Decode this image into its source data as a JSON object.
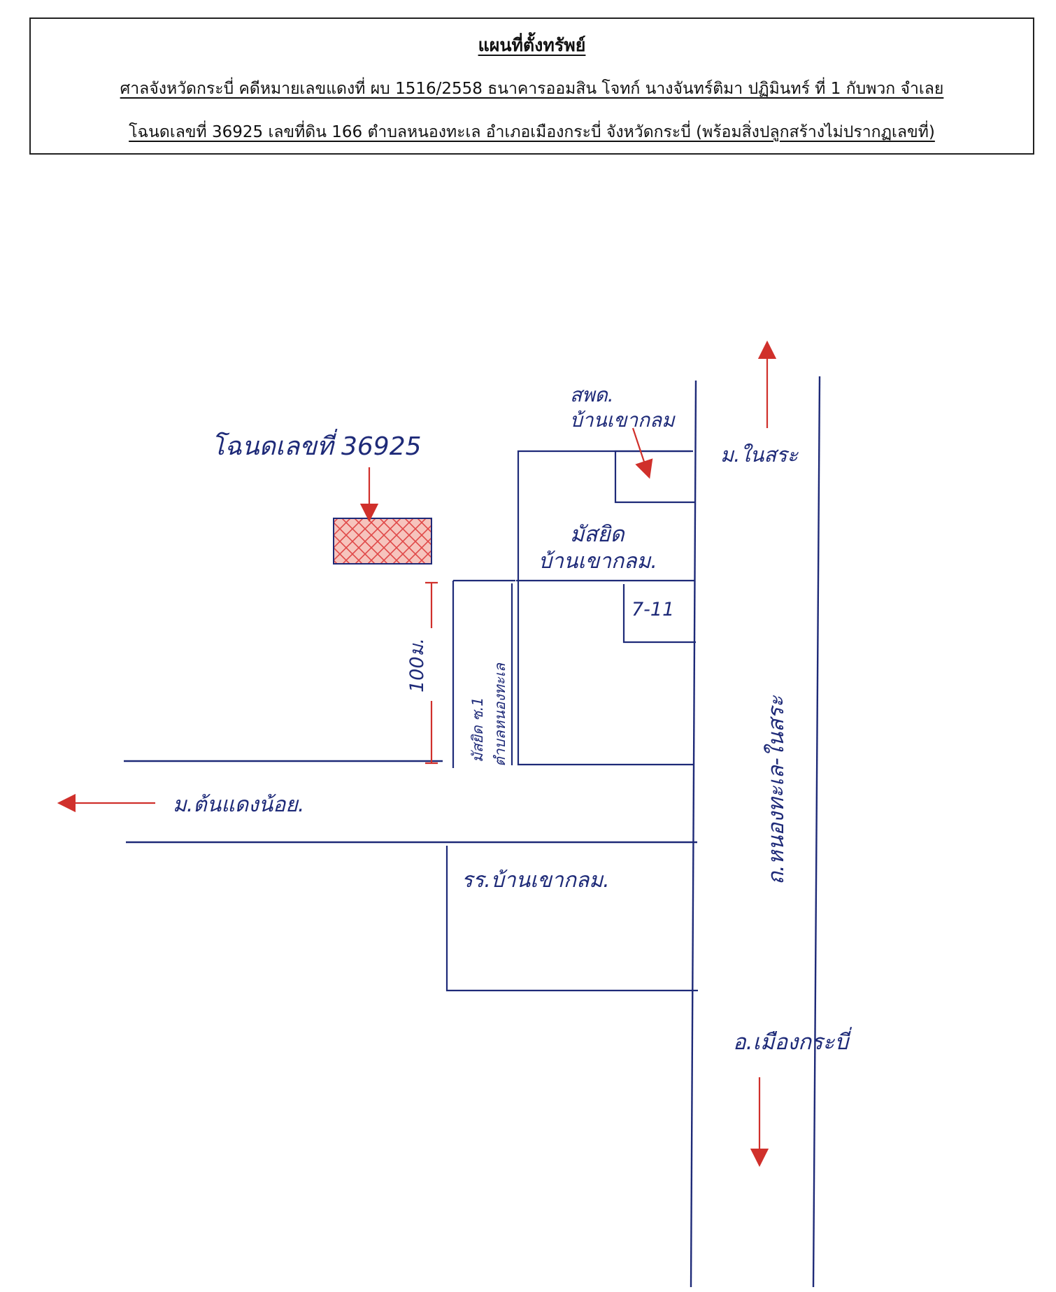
{
  "header": {
    "title": "แผนที่ตั้งทรัพย์",
    "line1": "ศาลจังหวัดกระบี่ คดีหมายเลขแดงที่ ผบ 1516/2558 ธนาคารออมสิน โจทก์ นางจันทร์ติมา ปฏิมินทร์ ที่ 1 กับพวก จำเลย",
    "line2": "โฉนดเลขที่ 36925 เลขที่ดิน 166 ตำบลหนองทะเล อำเภอเมืองกระบี่ จังหวัดกระบี่ (พร้อมสิ่งปลูกสร้างไม่ปรากฏเลขที่)"
  },
  "map": {
    "deed_label": "โฉนดเลขที่ 36925",
    "health_center_label_1": "สพด.",
    "health_center_label_2": "บ้านเขากลม",
    "village_north_label": "ม.ในสระ",
    "mosque_label_1": "มัสยิด",
    "mosque_label_2": "บ้านเขากลม.",
    "seven_eleven_label": "7-11",
    "distance_label": "100ม.",
    "mosque_road_label_1": "มัสยิด ซ.1",
    "mosque_road_label_2": "ตำบลหนองทะเล",
    "village_west_label": "ม.ต้นแดงน้อย.",
    "school_label": "รร.บ้านเขากลม.",
    "main_road_label": "ถ.หนองทะเล-ในสระ",
    "district_south_label": "อ.เมืองกระบี่",
    "colors": {
      "line": "#1e2a78",
      "arrow": "#d0302b",
      "hatch": "#e04848",
      "hatch_fill": "#f6c4bd"
    }
  }
}
